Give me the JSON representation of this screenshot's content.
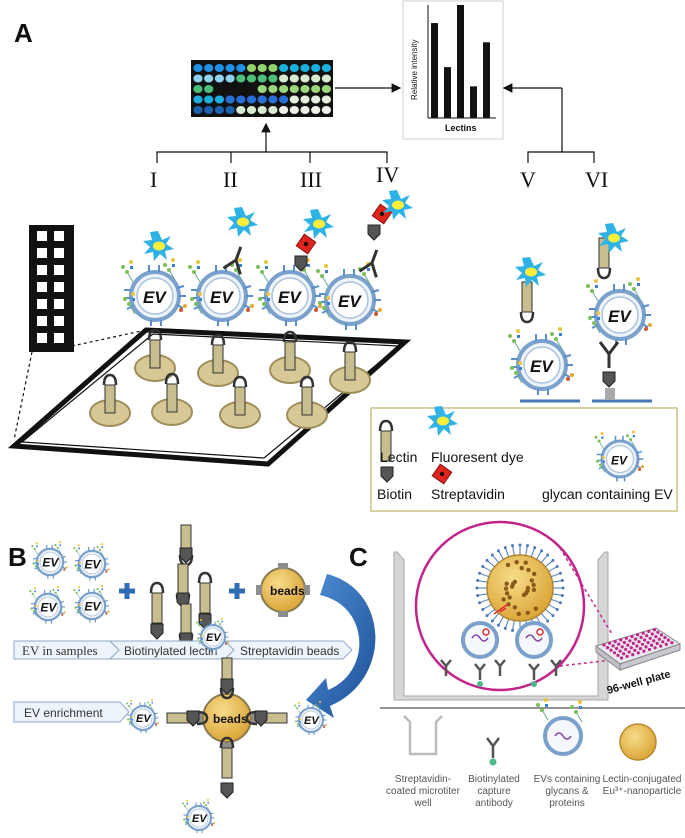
{
  "panel_a": {
    "label": "A",
    "roman": [
      "I",
      "II",
      "III",
      "IV",
      "V",
      "VI"
    ],
    "chart": {
      "ylabel": "Relative intensity",
      "xlabel": "Lectins"
    },
    "ev_label": "EV",
    "legend": {
      "lectin": "Lectin",
      "dye": "Fluoresent dye",
      "biotin": "Biotin",
      "streptavidin": "Streptavidin",
      "glycan_ev": "glycan containing EV"
    }
  },
  "panel_b": {
    "label": "B",
    "beads": "beads",
    "steps": [
      "EV in samples",
      "Biotinylated lectin",
      "Streptavidin beads"
    ],
    "enrichment": "EV enrichment"
  },
  "panel_c": {
    "label": "C",
    "plate": "96-well plate",
    "legend": [
      "Streptavidin-coated microtiter well",
      "Biotinylated capture antibody",
      "EVs containing glycans & proteins",
      "Lectin-conjugated Eu³⁺-nanoparticle"
    ]
  },
  "chart_data": {
    "type": "bar",
    "categories": [
      "",
      "",
      "",
      "",
      ""
    ],
    "values": [
      0.84,
      0.45,
      1.0,
      0.28,
      0.67
    ],
    "xlabel": "Lectins",
    "ylabel": "Relative intensity",
    "ylim": [
      0,
      1
    ]
  },
  "colors": {
    "ev_ring": "#7aa0cc",
    "bead": "#e8b94a",
    "dye": "#2fb3e6",
    "dye_core": "#ffef3a",
    "strep": "#e0241c",
    "chevron": "#eef4fb",
    "arrow_blue": "#2f6db3",
    "magenta": "#c2248a"
  }
}
